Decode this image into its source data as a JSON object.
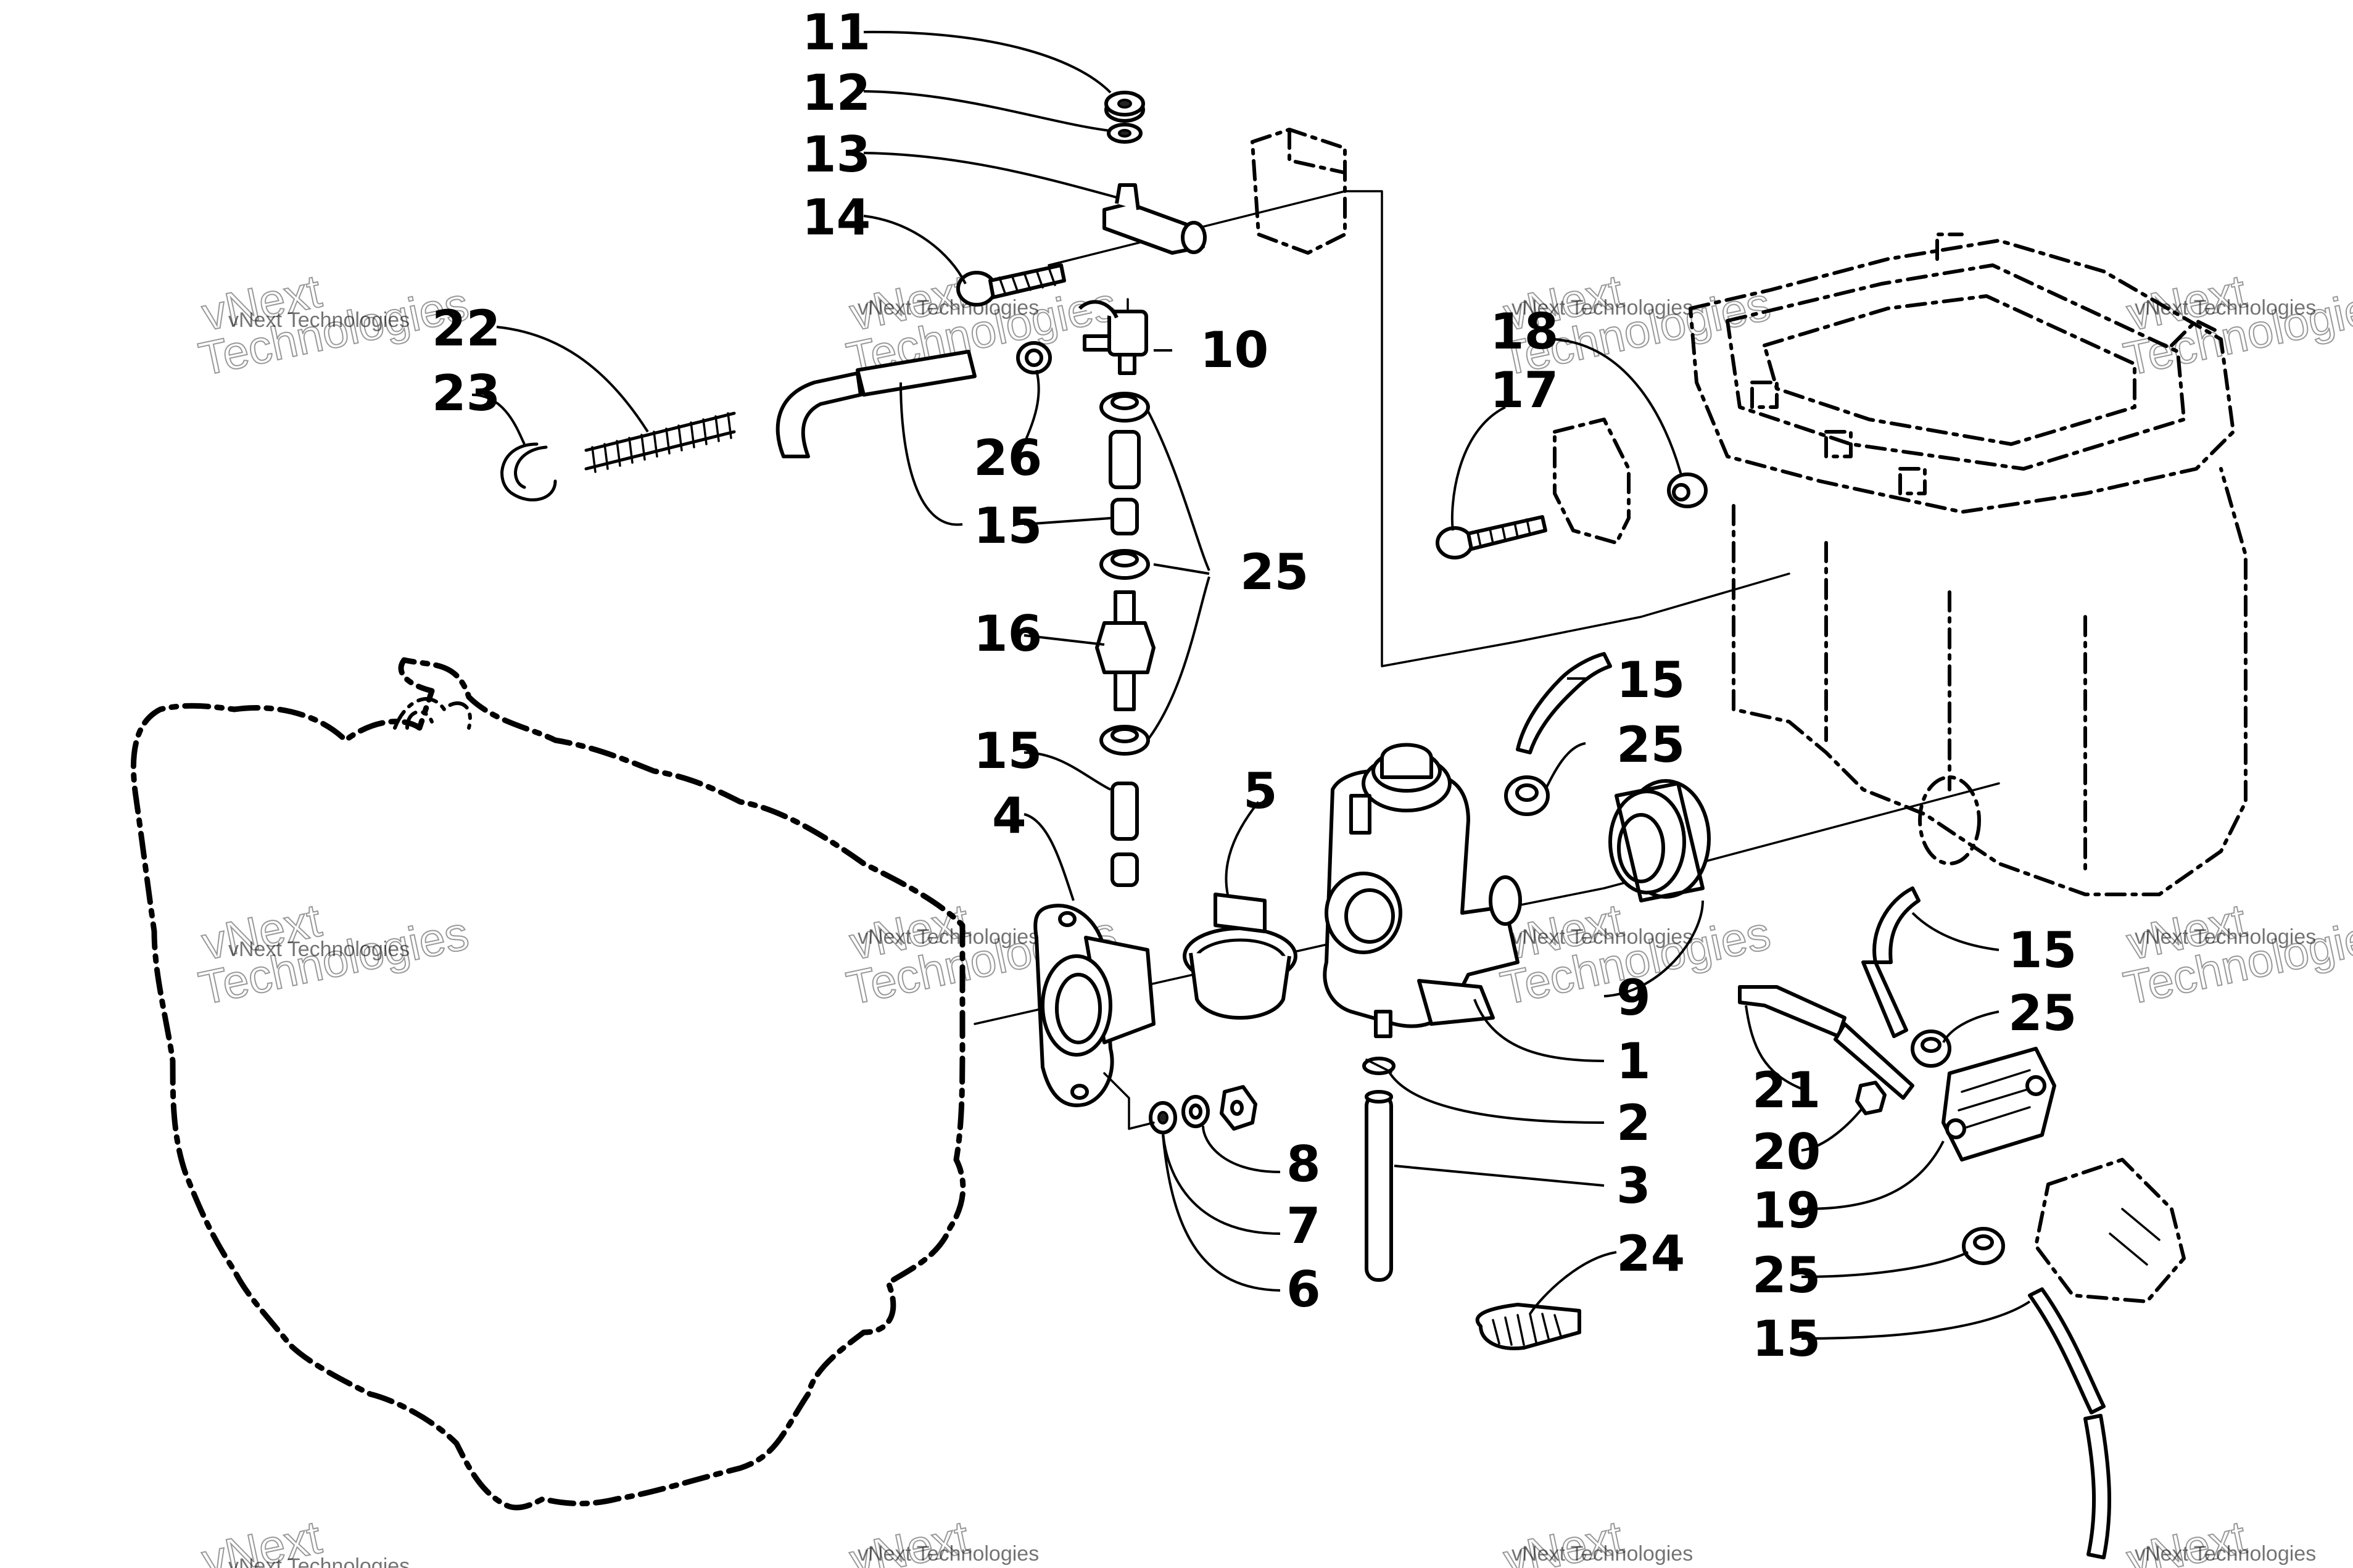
{
  "watermark": {
    "line1": "vNext Technologies",
    "line2": "vNext",
    "line3": "Technologies"
  },
  "callouts": [
    {
      "id": "c11",
      "text": "11"
    },
    {
      "id": "c12",
      "text": "12"
    },
    {
      "id": "c13",
      "text": "13"
    },
    {
      "id": "c14",
      "text": "14"
    },
    {
      "id": "c22",
      "text": "22"
    },
    {
      "id": "c23",
      "text": "23"
    },
    {
      "id": "c10",
      "text": "10"
    },
    {
      "id": "c26",
      "text": "26"
    },
    {
      "id": "c15a",
      "text": "15"
    },
    {
      "id": "c25a",
      "text": "25"
    },
    {
      "id": "c16",
      "text": "16"
    },
    {
      "id": "c15b",
      "text": "15"
    },
    {
      "id": "c4",
      "text": "4"
    },
    {
      "id": "c5",
      "text": "5"
    },
    {
      "id": "c18",
      "text": "18"
    },
    {
      "id": "c17",
      "text": "17"
    },
    {
      "id": "c15c",
      "text": "15"
    },
    {
      "id": "c25b",
      "text": "25"
    },
    {
      "id": "c9",
      "text": "9"
    },
    {
      "id": "c1",
      "text": "1"
    },
    {
      "id": "c2",
      "text": "2"
    },
    {
      "id": "c3",
      "text": "3"
    },
    {
      "id": "c8",
      "text": "8"
    },
    {
      "id": "c7",
      "text": "7"
    },
    {
      "id": "c6",
      "text": "6"
    },
    {
      "id": "c24",
      "text": "24"
    },
    {
      "id": "c15d",
      "text": "15"
    },
    {
      "id": "c25c",
      "text": "25"
    },
    {
      "id": "c21",
      "text": "21"
    },
    {
      "id": "c20",
      "text": "20"
    },
    {
      "id": "c19",
      "text": "19"
    },
    {
      "id": "c25d",
      "text": "25"
    },
    {
      "id": "c15e",
      "text": "15"
    }
  ]
}
